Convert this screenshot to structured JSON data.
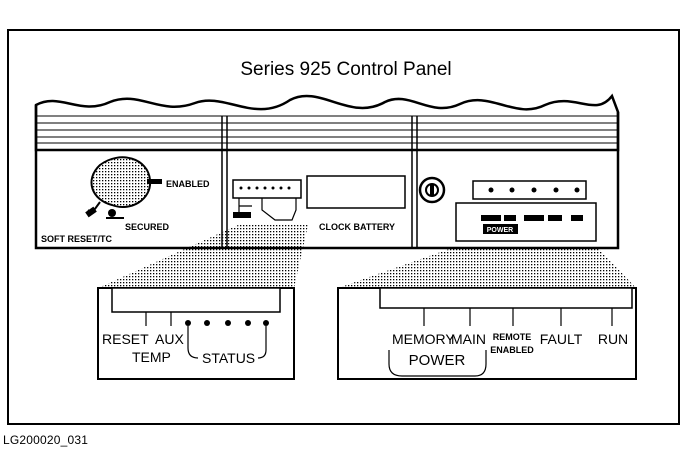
{
  "title": "Series 925 Control Panel",
  "caption": "LG200020_031",
  "left_panel": {
    "enabled": "ENABLED",
    "secured": "SECURED",
    "soft_reset": "SOFT RESET/TC",
    "clock_battery": "CLOCK BATTERY"
  },
  "left_detail": {
    "reset": "RESET",
    "temp": "TEMP",
    "aux": "AUX",
    "status": "STATUS"
  },
  "right_detail": {
    "memory": "MEMORY",
    "main": "MAIN",
    "power": "POWER",
    "remote": "REMOTE",
    "enabled": "ENABLED",
    "fault": "FAULT",
    "run": "RUN"
  },
  "right_panel": {
    "power_small": "POWER"
  }
}
